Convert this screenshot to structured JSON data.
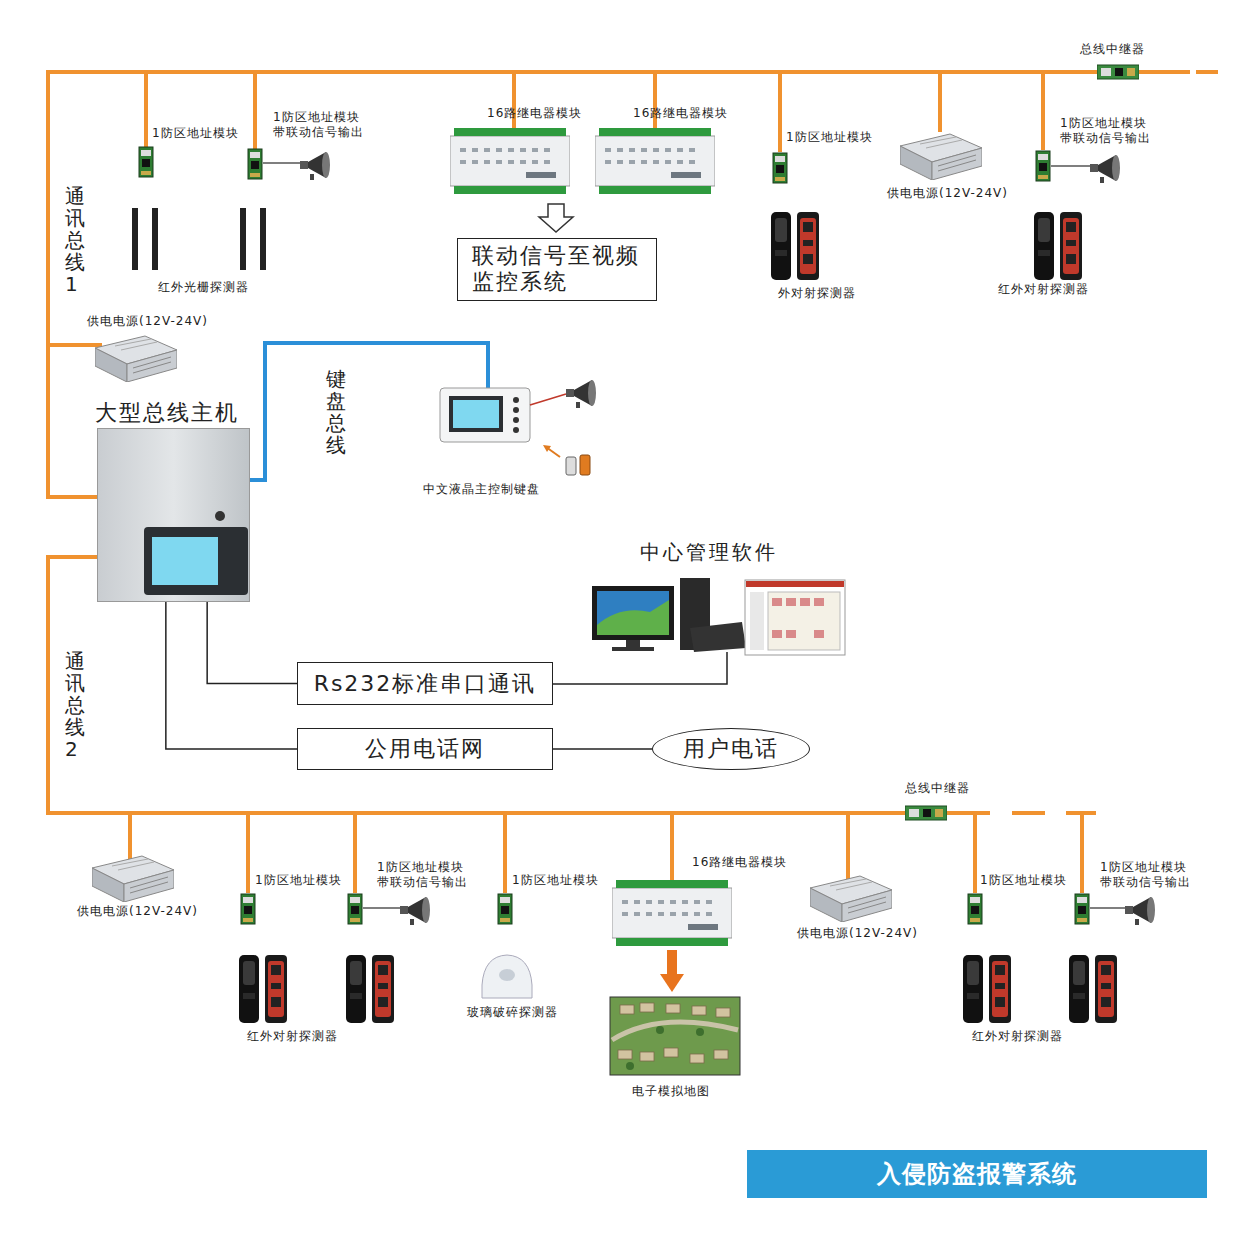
{
  "diagram": {
    "nodes": [
      {
        "text": [
          "联动信号至视频监控系统"
        ]
      },
      {
        "text": [
          "大型总线主机"
        ]
      },
      {
        "text": [
          "Rs232标准串口通讯"
        ]
      },
      {
        "text": [
          "公用电话网"
        ]
      },
      {
        "text": [
          "用户电话"
        ]
      },
      {
        "text": [
          "入侵防盗报警系统"
        ]
      }
    ],
    "edges": [
      {
        "from": 1,
        "to": 2,
        "arrow": "none"
      },
      {
        "from": 1,
        "to": 3,
        "arrow": "none"
      },
      {
        "from": 3,
        "to": 4,
        "arrow": "none"
      }
    ],
    "labels": [
      "总线中继器",
      "1防区地址模块",
      "1防区地址模块 带联动信号输出",
      "16路继电器模块",
      "16路继电器模块",
      "1防区地址模块",
      "1防区地址模块 带联动信号输出",
      "通讯总线1",
      "供电电源(12V-24V)",
      "红外光栅探测器",
      "外对射探测器",
      "红外对射探测器",
      "供电电源(12V-24V)",
      "键盘总线",
      "中文液晶主控制键盘",
      "中心管理软件",
      "通讯总线2",
      "总线中继器",
      "1防区地址模块",
      "1防区地址模块 带联动信号输出",
      "1防区地址模块",
      "16路继电器模块",
      "1防区地址模块",
      "1防区地址模块 带联动信号输出",
      "供电电源(12V-24V)",
      "供电电源(12V-24V)",
      "红外对射探测器",
      "玻璃破碎探测器",
      "电子模拟地图",
      "红外对射探测器"
    ]
  }
}
